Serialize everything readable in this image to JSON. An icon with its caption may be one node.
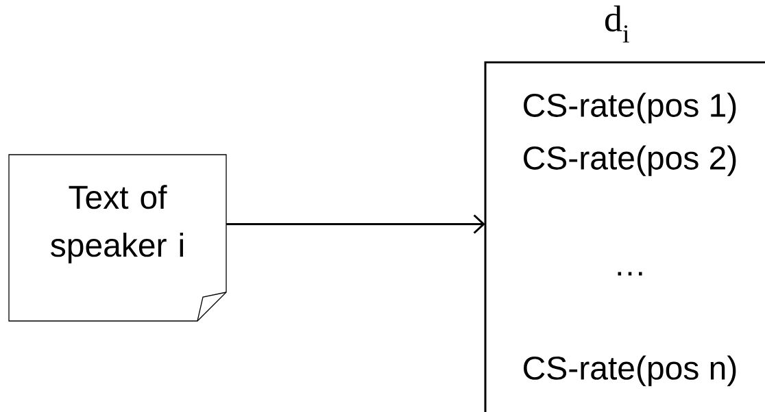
{
  "diagram": {
    "nodes": [
      {
        "text": [
          "Text of speaker i"
        ]
      },
      {
        "text": [
          "d$_{i}$",
          "CS-rate(pos 1)",
          "CS-rate(pos 2)",
          "…",
          "CS-rate(pos n)"
        ]
      }
    ],
    "edges": [
      {
        "from": 0,
        "to": 1,
        "arrow": "to"
      }
    ]
  }
}
